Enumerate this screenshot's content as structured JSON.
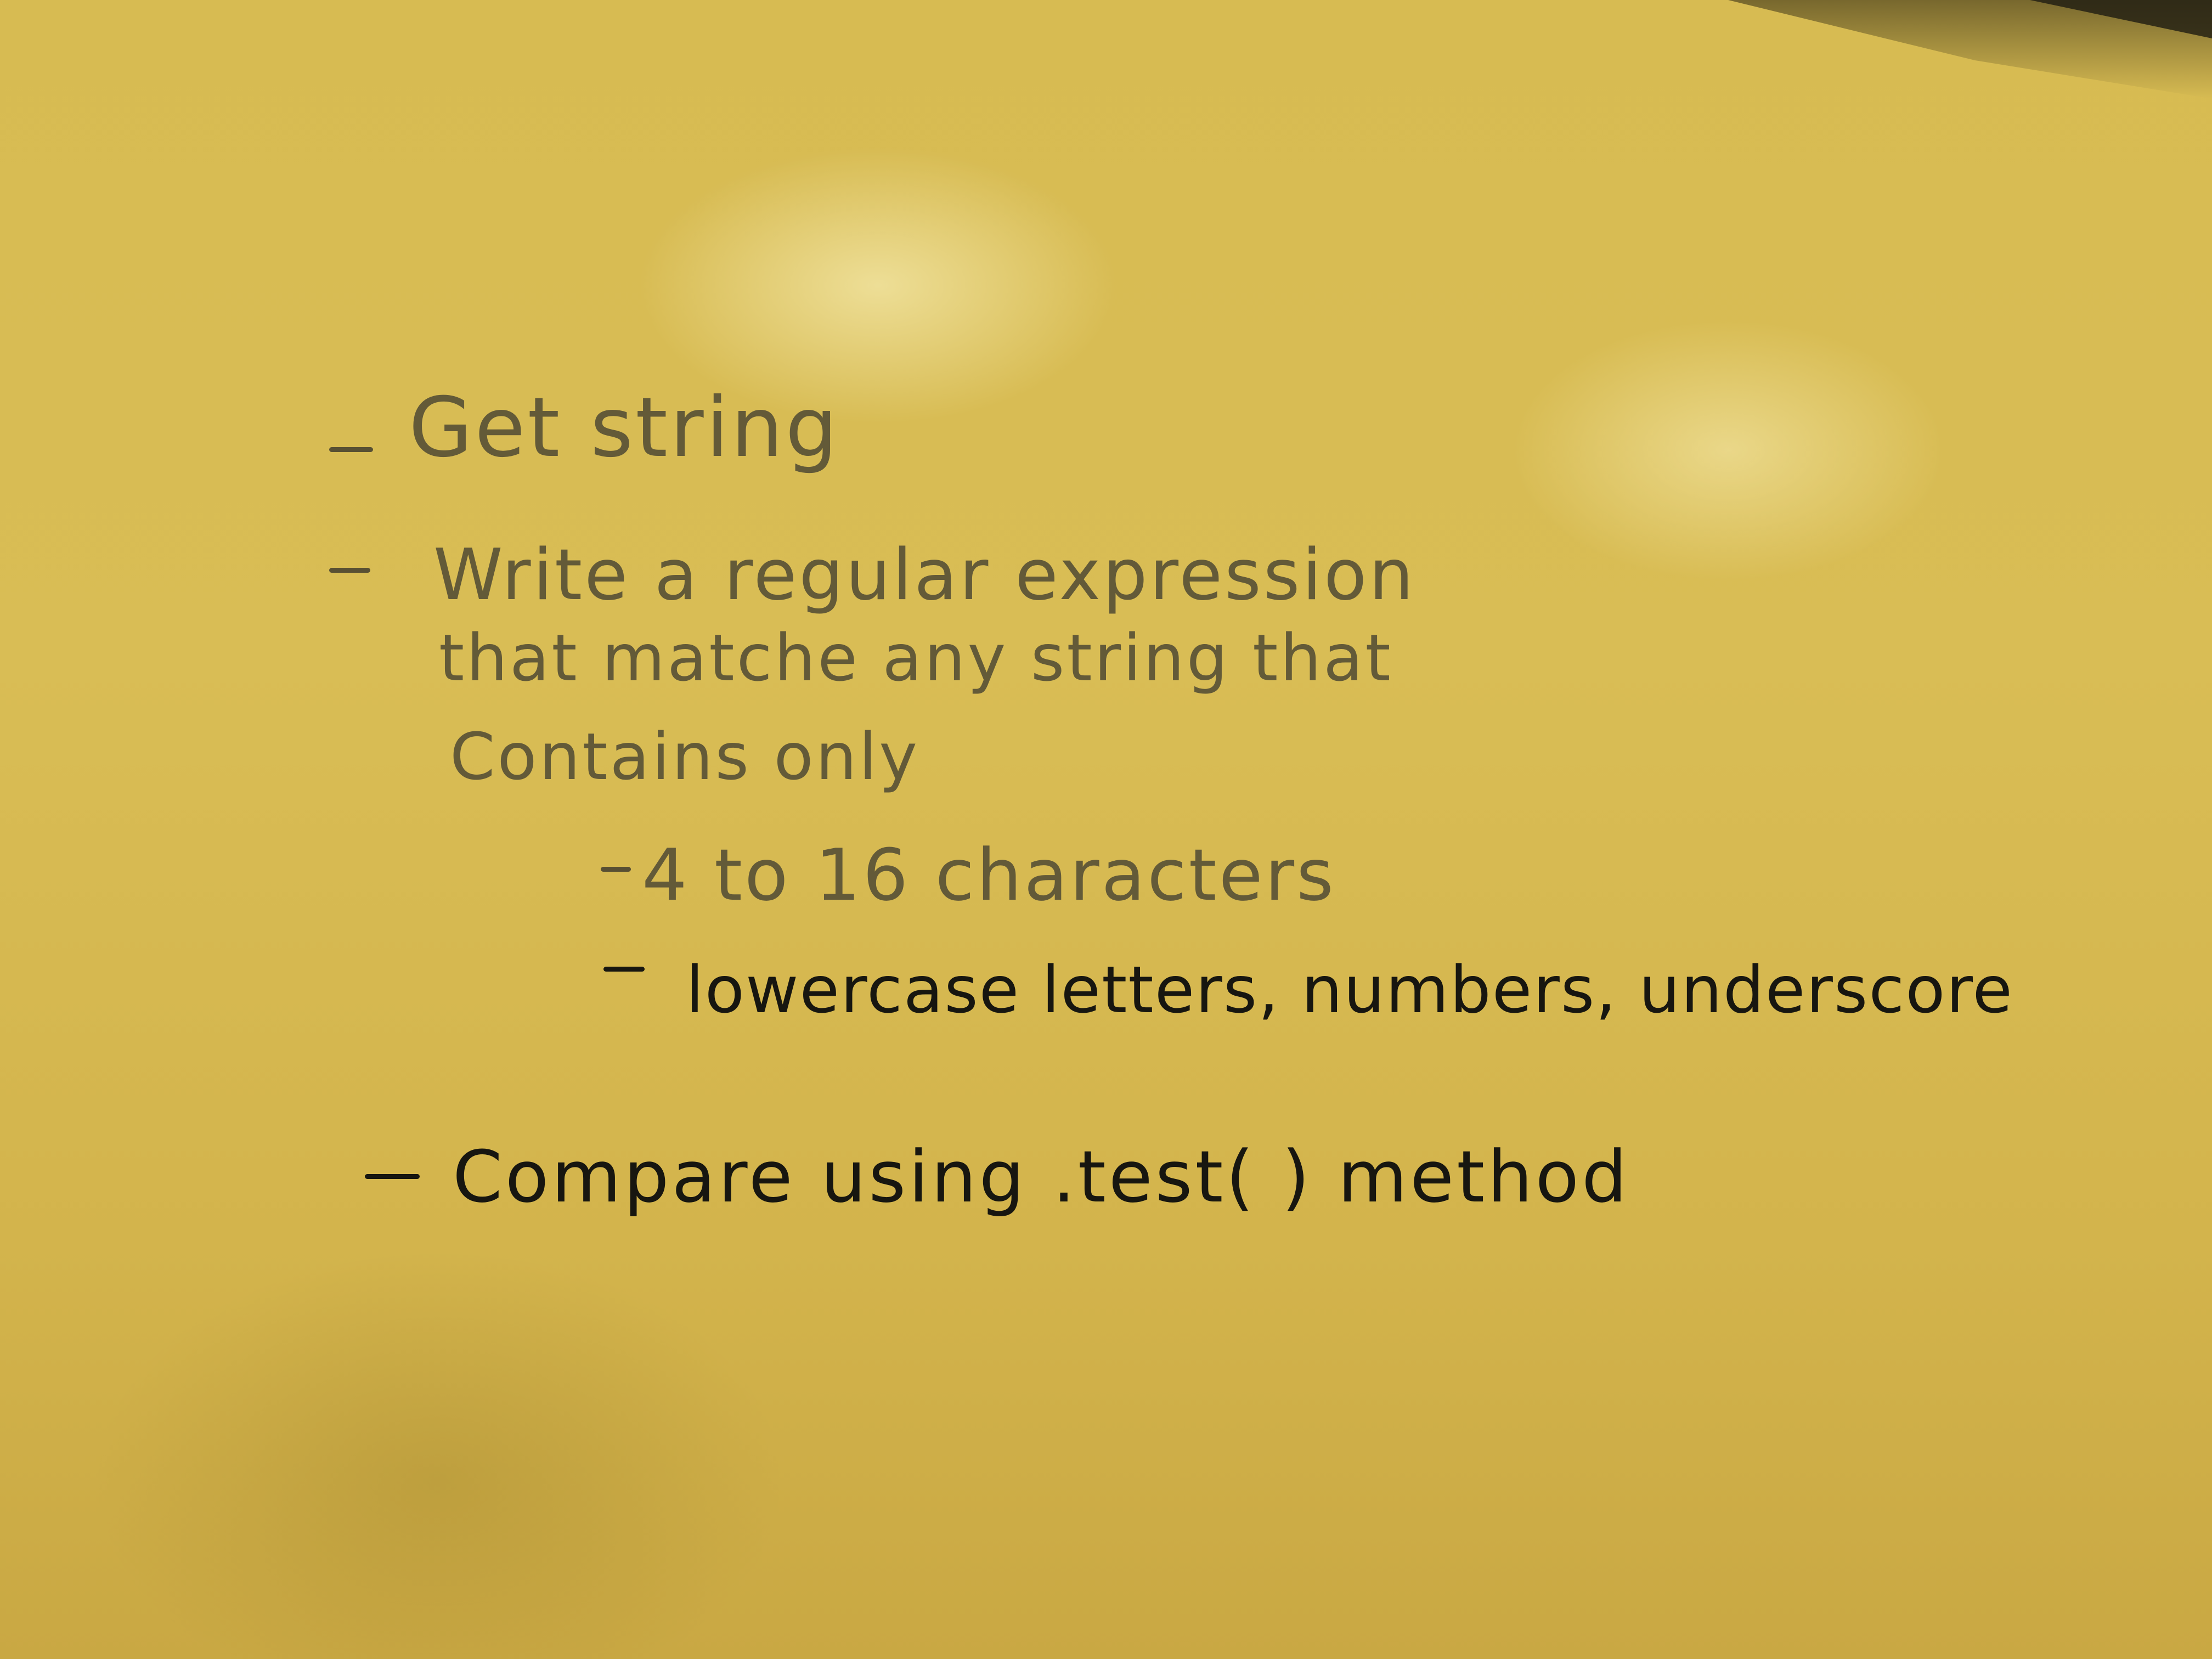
{
  "note": {
    "lines": [
      {
        "text": "Get string"
      },
      {
        "text": "Write a regular expression"
      },
      {
        "text": "that matche any string that"
      },
      {
        "text": "Contains only"
      },
      {
        "text": "4 to 16 characters"
      },
      {
        "text": "lowercase letters, numbers, underscore"
      },
      {
        "text": "Compare using .test( ) method"
      }
    ]
  },
  "colors": {
    "board": "#d5b84f",
    "ink_faint": "#5a5236",
    "ink_dark": "#171610"
  }
}
